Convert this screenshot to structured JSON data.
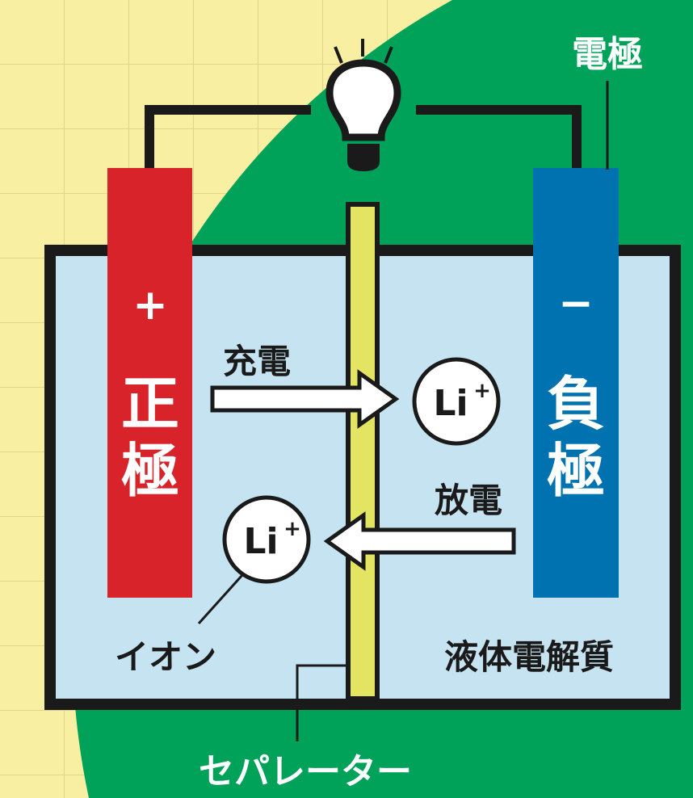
{
  "labels": {
    "electrode": "電極",
    "positive_sign": "+",
    "positive_electrode": [
      "正",
      "極"
    ],
    "negative_sign": "−",
    "negative_electrode": [
      "負",
      "極"
    ],
    "charge": "充電",
    "discharge": "放電",
    "ion_symbol": "Li",
    "ion_charge": "+",
    "ion": "イオン",
    "electrolyte": "液体電解質",
    "separator": "セパレーター"
  },
  "colors": {
    "background": "#f9efa3",
    "green": "#00a25a",
    "electrolyte": "#c5e3f0",
    "positive": "#d8232a",
    "negative": "#0072b0",
    "separator": "#e3e462",
    "outline": "#1a1a1a"
  }
}
